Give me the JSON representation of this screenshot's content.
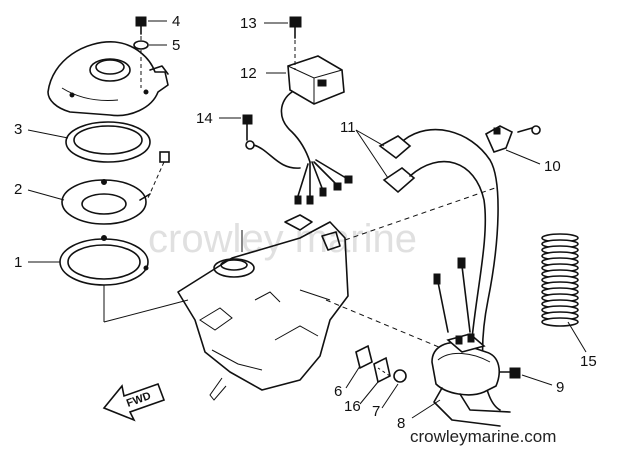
{
  "watermark": "crowley marine",
  "site_url": "crowleymarine.com",
  "fwd_label": "FWD",
  "callouts": {
    "c1": "1",
    "c2": "2",
    "c3": "3",
    "c4": "4",
    "c5": "5",
    "c6": "6",
    "c7": "7",
    "c8": "8",
    "c9": "9",
    "c10": "10",
    "c11": "11",
    "c12": "12",
    "c13": "13",
    "c14": "14",
    "c15": "15",
    "c16": "16"
  }
}
